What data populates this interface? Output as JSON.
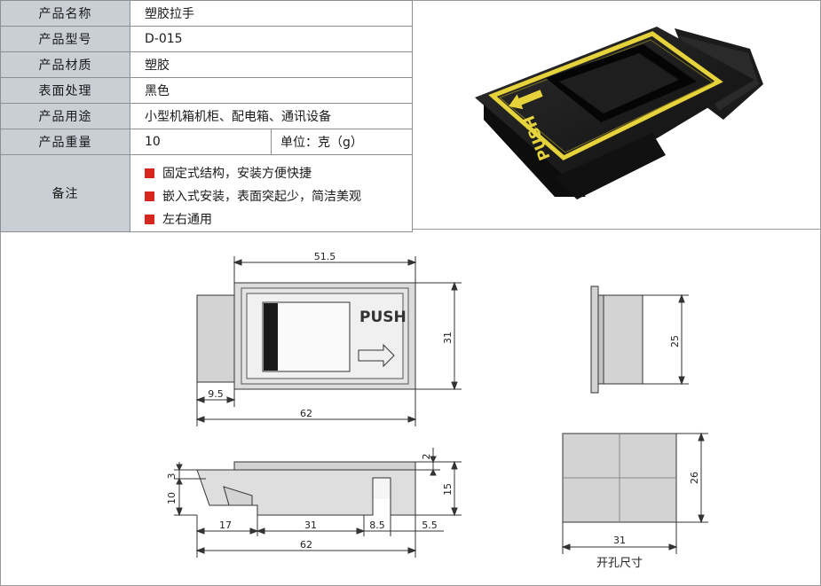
{
  "spec": {
    "name": {
      "label": "产品名称",
      "value": "塑胶拉手"
    },
    "model": {
      "label": "产品型号",
      "value": "D-015"
    },
    "material": {
      "label": "产品材质",
      "value": "塑胶"
    },
    "finish": {
      "label": "表面处理",
      "value": "黑色"
    },
    "usage": {
      "label": "产品用途",
      "value": "小型机箱机柜、配电箱、通讯设备"
    },
    "weight": {
      "label": "产品重量",
      "value": "10",
      "unit": "单位：克（g）"
    },
    "notes": {
      "label": "备注",
      "items": [
        "固定式结构，安装方便快捷",
        "嵌入式安装，表面突起少，简洁美观",
        "左右通用"
      ],
      "bullet_color": "#d7261e"
    }
  },
  "product_photo": {
    "handle_text": "PUSH",
    "body_color": "#151515",
    "frame_color": "#e6d23a"
  },
  "drawing": {
    "front": {
      "text": "PUSH",
      "dims": {
        "width": "51.5",
        "height": "31",
        "offset": "9.5",
        "total": "62"
      }
    },
    "side": {
      "dims": {
        "height": "25"
      }
    },
    "bottom": {
      "dims": {
        "top": "2",
        "left_a": "3",
        "left_b": "10",
        "right": "15",
        "seg1": "17",
        "seg2": "31",
        "seg3": "8.5",
        "seg4": "5.5",
        "total": "62"
      }
    },
    "cutout": {
      "dims": {
        "width": "31",
        "height": "26"
      },
      "caption": "开孔尺寸"
    }
  },
  "colors": {
    "label_bg": "#c9cfd5",
    "border": "#8a8f94",
    "part_fill": "#d3d3d3"
  }
}
